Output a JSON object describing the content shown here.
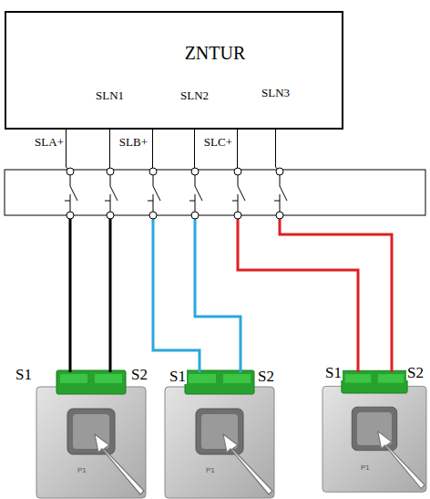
{
  "diagram": {
    "nodes": [
      {
        "text": [
          "ZNTUR"
        ]
      }
    ],
    "labels": [
      "SLN1",
      "SLN2",
      "SLN3",
      "SLA+",
      "SLB+",
      "SLC+",
      "S1",
      "S2",
      "S1",
      "S2",
      "S1",
      "S2",
      "P1",
      "P1",
      "P1"
    ]
  }
}
